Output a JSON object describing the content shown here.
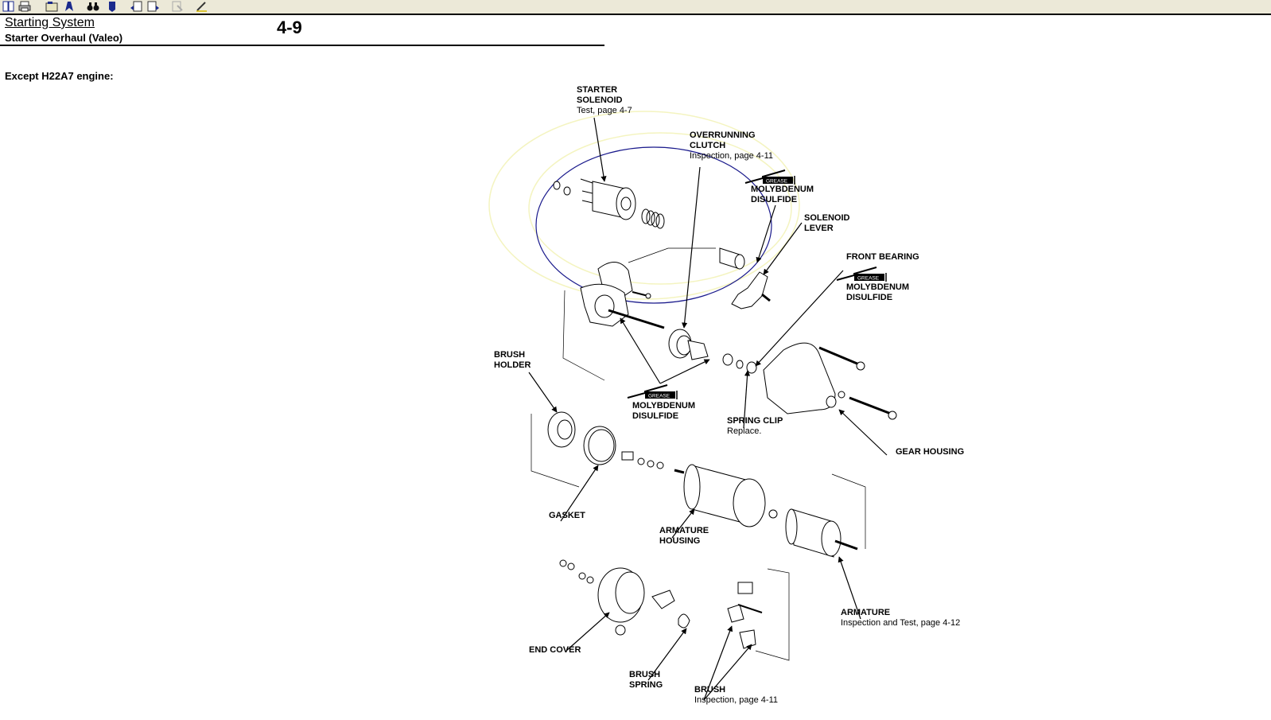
{
  "toolbar": {
    "buttons": [
      {
        "name": "contents",
        "icon": "book-icon"
      },
      {
        "name": "print",
        "icon": "printer-icon"
      },
      {
        "name": "open-folder",
        "icon": "folder-icon"
      },
      {
        "name": "bookmark",
        "icon": "bookmark-icon"
      },
      {
        "name": "find",
        "icon": "binoculars-icon"
      },
      {
        "name": "tag",
        "icon": "tag-icon"
      },
      {
        "name": "previous-page",
        "icon": "page-back-icon"
      },
      {
        "name": "next-page",
        "icon": "page-forward-icon"
      },
      {
        "name": "disabled-tool",
        "icon": "edit-disabled-icon"
      },
      {
        "name": "notes",
        "icon": "pencil-icon"
      }
    ]
  },
  "header": {
    "title": "Starting System",
    "subtitle": "Starter Overhaul (Valeo)",
    "page_number": "4-9"
  },
  "intro": "Except H22A7 engine:",
  "labels": {
    "starter_solenoid": {
      "title1": "STARTER",
      "title2": "SOLENOID",
      "note": "Test, page 4-7"
    },
    "overrunning_clutch": {
      "title1": "OVERRUNNING",
      "title2": "CLUTCH",
      "note": "Inspection, page 4-11"
    },
    "moly_top": {
      "grease": "GREASE",
      "title1": "MOLYBDENUM",
      "title2": "DISULFIDE"
    },
    "solenoid_lever": {
      "title1": "SOLENOID",
      "title2": "LEVER"
    },
    "front_bearing": {
      "title1": "FRONT BEARING",
      "grease": "GREASE",
      "title2": "MOLYBDENUM",
      "title3": "DISULFIDE"
    },
    "brush_holder": {
      "title1": "BRUSH",
      "title2": "HOLDER"
    },
    "moly_mid": {
      "grease": "GREASE",
      "title1": "MOLYBDENUM",
      "title2": "DISULFIDE"
    },
    "spring_clip": {
      "title1": "SPRING CLIP",
      "note": "Replace."
    },
    "gear_housing": {
      "title1": "GEAR HOUSING"
    },
    "gasket": {
      "title1": "GASKET"
    },
    "armature_housing": {
      "title1": "ARMATURE",
      "title2": "HOUSING"
    },
    "armature": {
      "title1": "ARMATURE",
      "note": "Inspection and Test, page 4-12"
    },
    "end_cover": {
      "title1": "END COVER"
    },
    "brush_spring": {
      "title1": "BRUSH",
      "title2": "SPRING"
    },
    "brush": {
      "title1": "BRUSH",
      "note": "Inspection, page 4-11"
    }
  },
  "annotation": {
    "ellipse_color": "#1a1a8c",
    "highlight_color": "#f4f4c0"
  }
}
